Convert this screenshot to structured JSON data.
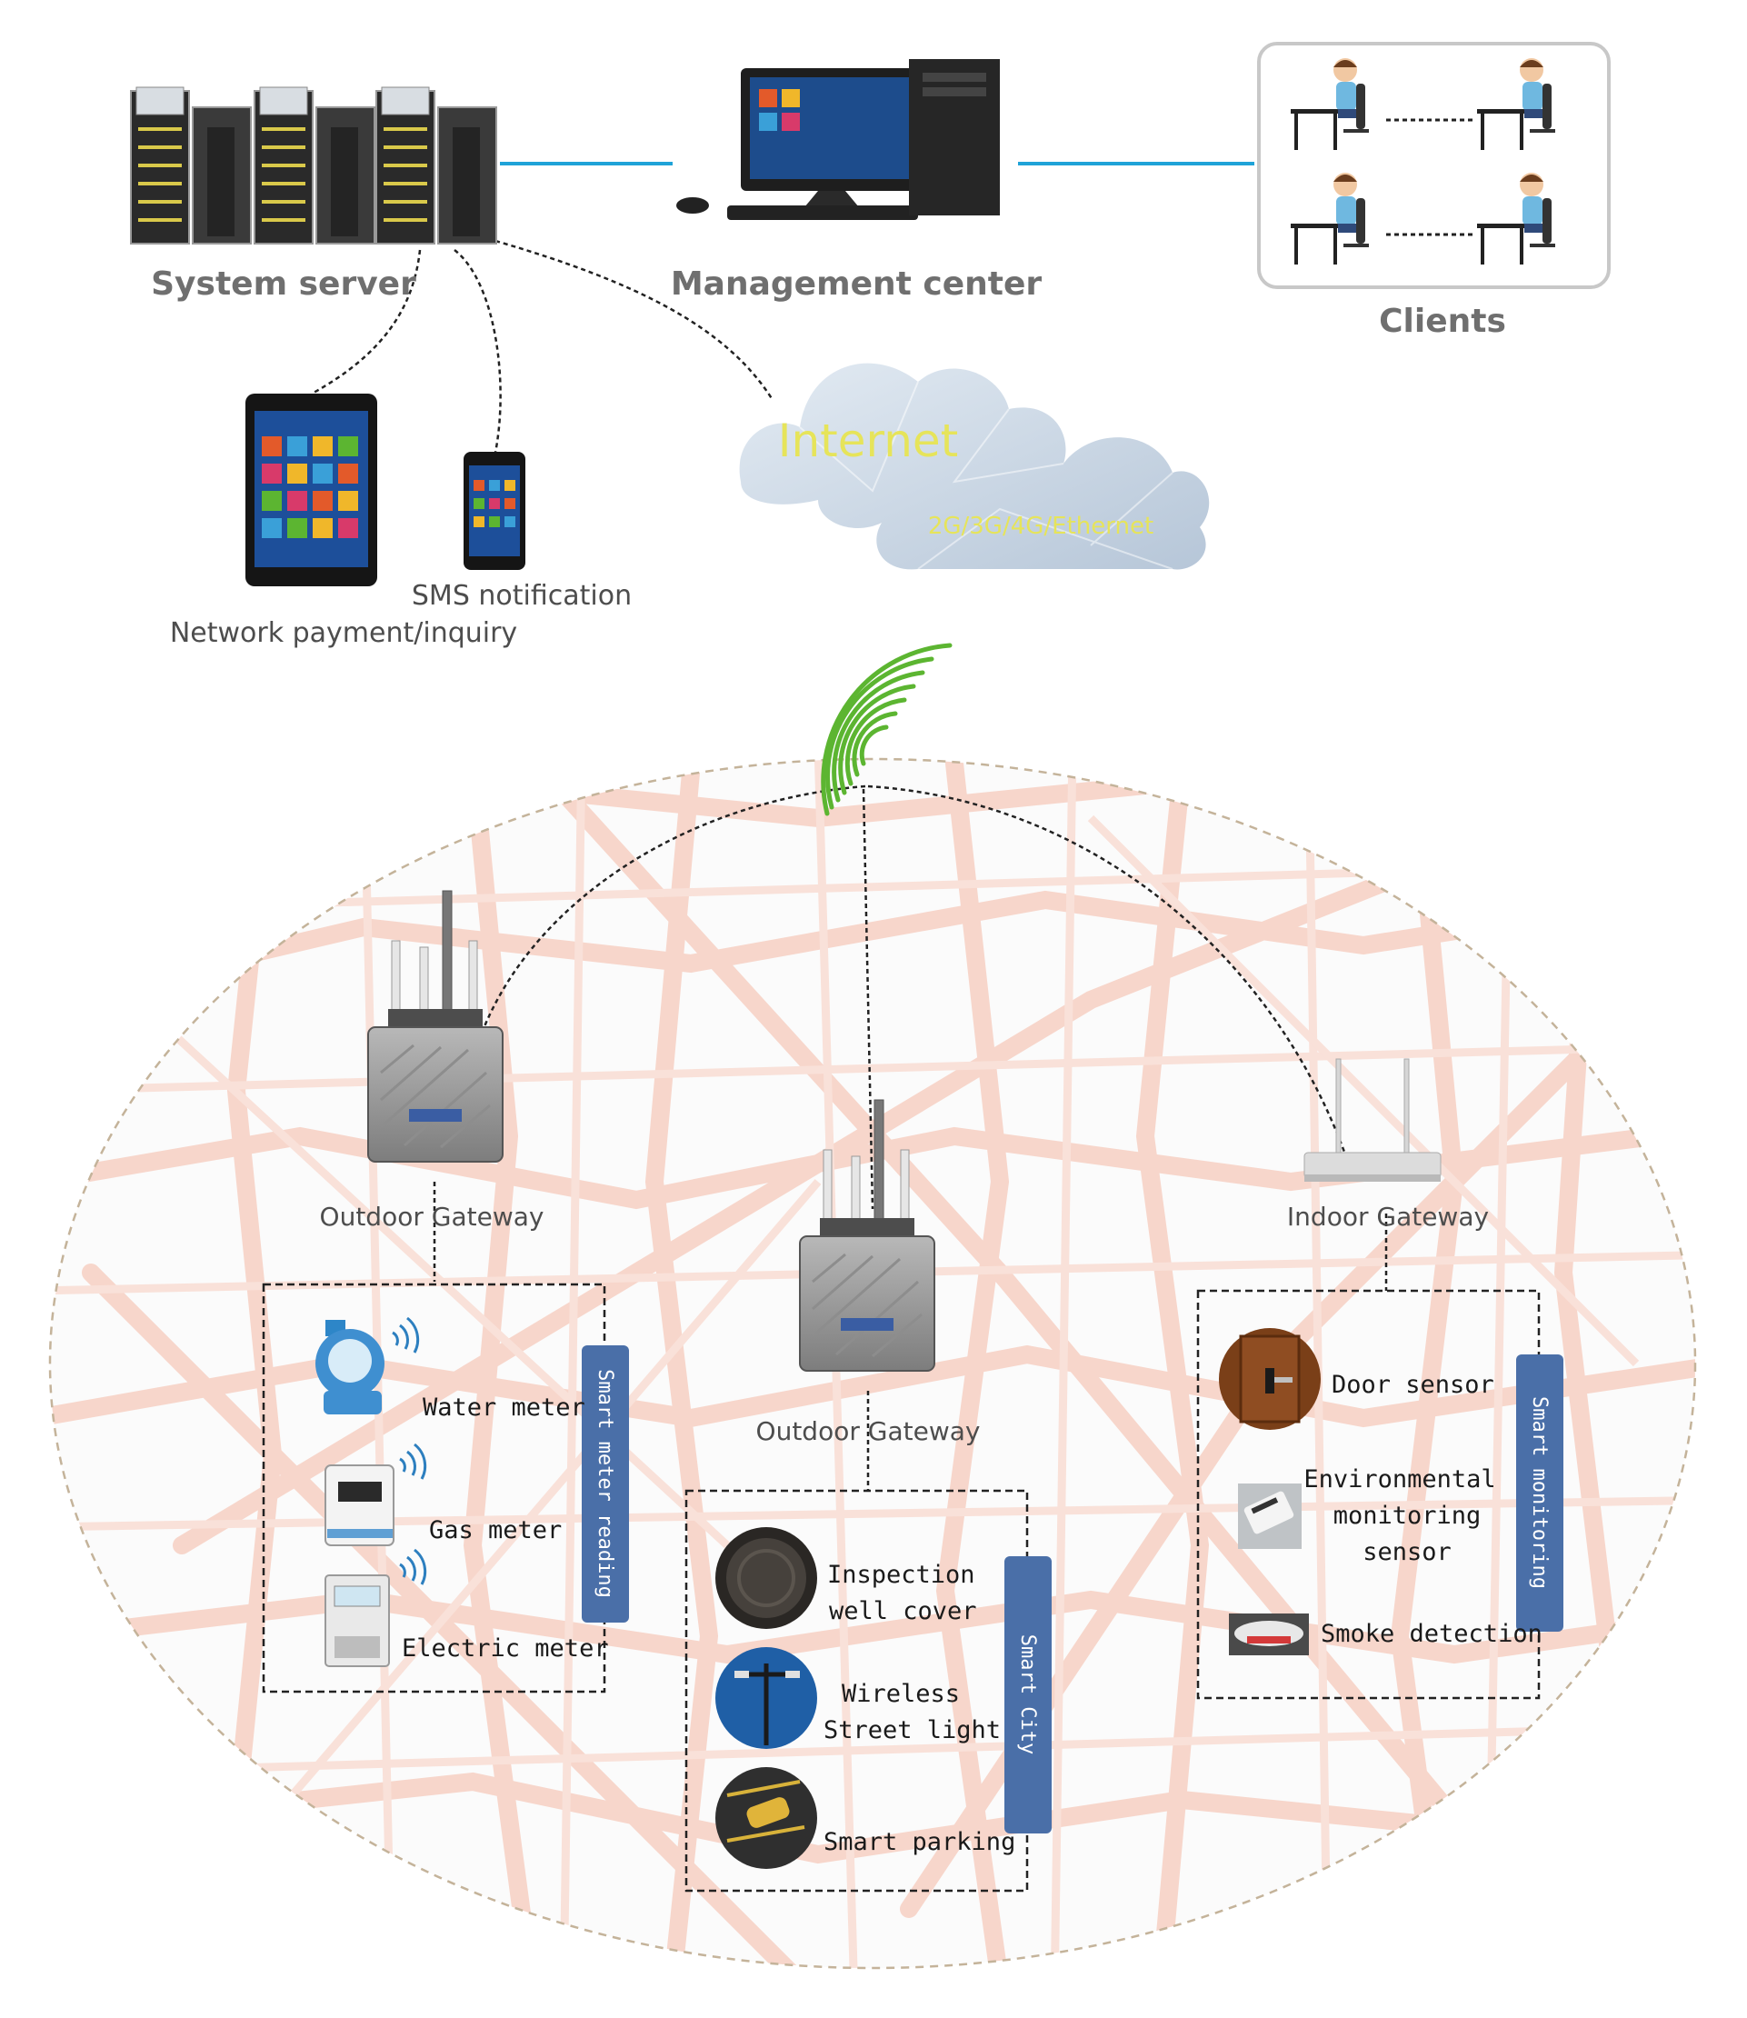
{
  "top": {
    "system_server": "System server",
    "management_center": "Management center",
    "clients": "Clients",
    "sms_notification": "SMS notification",
    "network_payment": "Network payment/inquiry",
    "internet": "Internet",
    "connectivity": "2G/3G/4G/Ethernet"
  },
  "gateways": {
    "outdoor_left": "Outdoor Gateway",
    "outdoor_center": "Outdoor Gateway",
    "indoor": "Indoor Gateway"
  },
  "groups": {
    "smart_meter": {
      "title": "Smart meter reading",
      "items": [
        "Water meter",
        "Gas meter",
        "Electric meter"
      ]
    },
    "smart_city": {
      "title": "Smart City",
      "items": [
        [
          "Inspection",
          "well cover"
        ],
        [
          "Wireless",
          "Street light"
        ],
        [
          "Smart parking"
        ]
      ]
    },
    "smart_monitoring": {
      "title": "Smart monitoring",
      "items": [
        [
          "Door sensor"
        ],
        [
          "Environmental",
          "monitoring",
          "sensor"
        ],
        [
          "Smoke detection"
        ]
      ]
    }
  },
  "colors": {
    "link_blue": "#1fa3d8",
    "wifi_green": "#5cb531",
    "panel_blue": "#4a6fa8",
    "map_roads": "#f6d3c8",
    "cloud_text": "#e6e45a"
  }
}
